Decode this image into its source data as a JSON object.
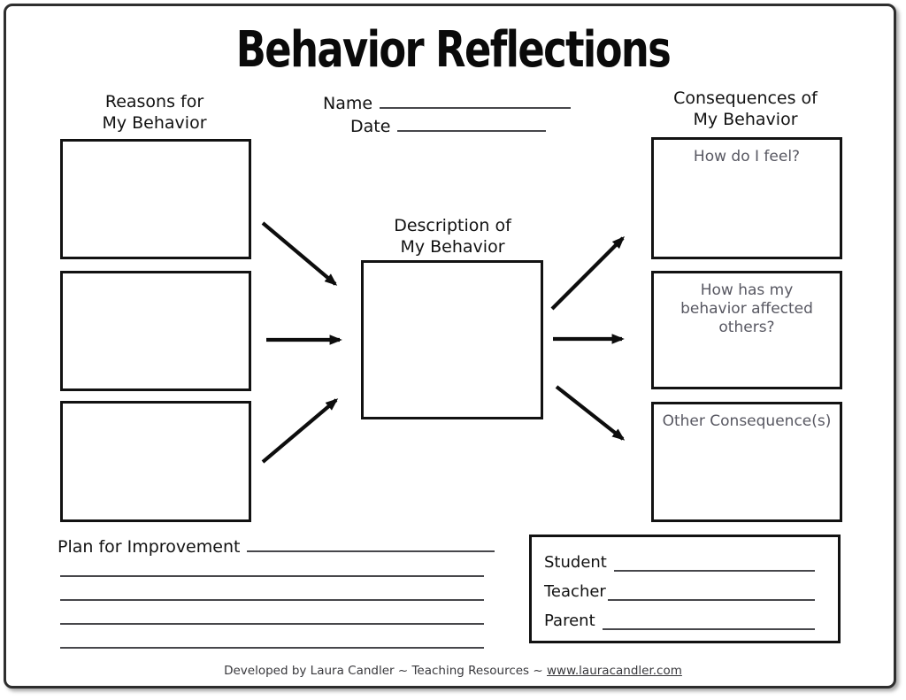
{
  "title": "Behavior Reflections",
  "left": {
    "header_line1": "Reasons for",
    "header_line2": "My Behavior"
  },
  "form": {
    "name_label": "Name",
    "date_label": "Date"
  },
  "center": {
    "header_line1": "Description of",
    "header_line2": "My Behavior"
  },
  "right": {
    "header_line1": "Consequences of",
    "header_line2": "My Behavior",
    "box1_prompt": "How do I feel?",
    "box2_prompt": "How has my behavior affected others?",
    "box3_prompt": "Other Consequence(s)"
  },
  "plan": {
    "label": "Plan for Improvement"
  },
  "signatures": {
    "student_label": "Student",
    "teacher_label": "Teacher",
    "parent_label": "Parent"
  },
  "footer": {
    "credit_text": "Developed by Laura Candler ~ Teaching Resources ~",
    "link_text": "www.lauracandler.com"
  },
  "colors": {
    "ink": "#121212",
    "prompt_gray": "#585862",
    "line_gray": "#47474b",
    "border_gray": "#2e2e2e"
  }
}
